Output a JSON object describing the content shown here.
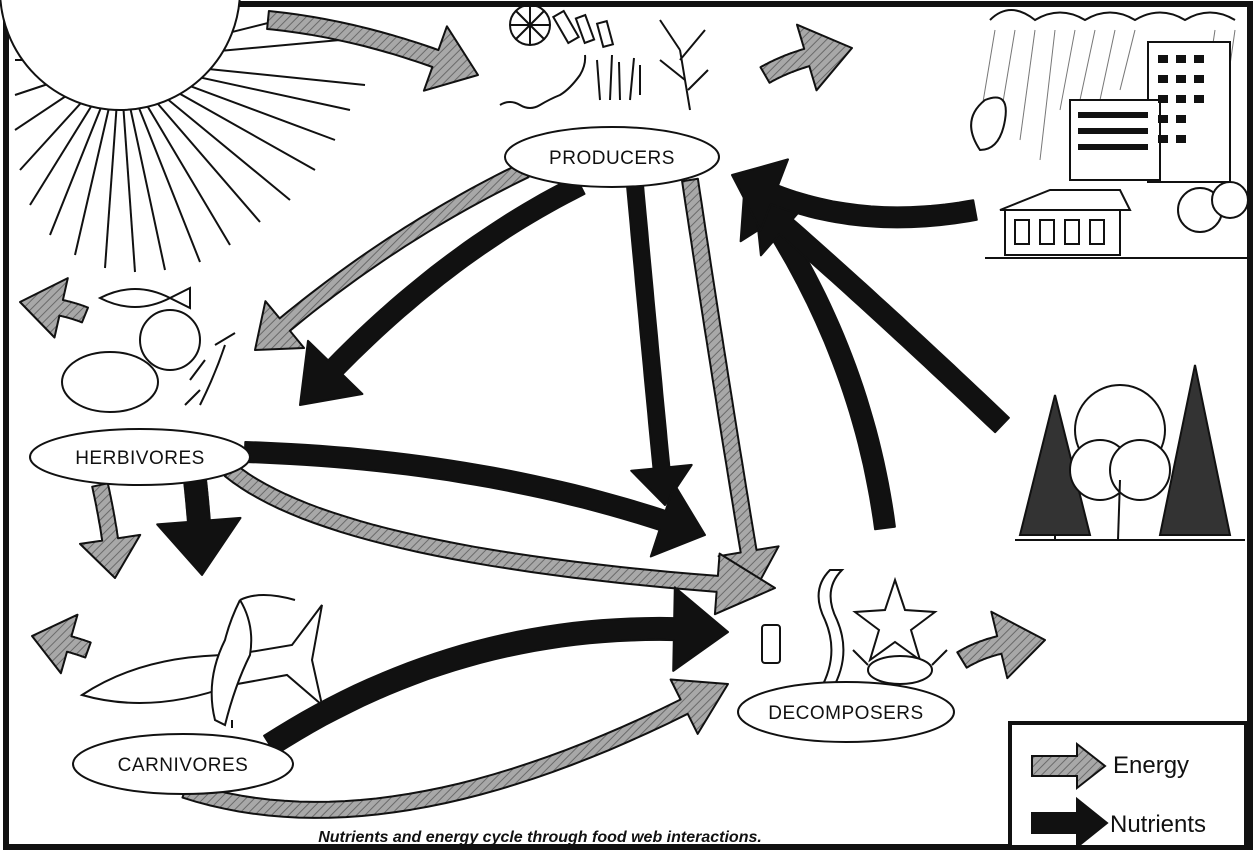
{
  "nodes": {
    "producers": "PRODUCERS",
    "herbivores": "HERBIVORES",
    "carnivores": "CARNIVORES",
    "decomposers": "DECOMPOSERS"
  },
  "legend": {
    "energy": "Energy",
    "nutrients": "Nutrients"
  },
  "caption": "Nutrients and energy cycle through food web interactions.",
  "colors": {
    "energy": "#9a9a9a",
    "nutrients": "#111111",
    "outline": "#111111",
    "background": "#ffffff"
  },
  "icons": [
    "sun-icon",
    "algae-icon",
    "plankton-icon",
    "fish-icon",
    "shrimp-icon",
    "snail-icon",
    "heron-icon",
    "shark-icon",
    "worm-icon",
    "starfish-icon",
    "crab-icon",
    "city-icon",
    "rain-cloud-icon",
    "house-icon",
    "forest-icon"
  ]
}
